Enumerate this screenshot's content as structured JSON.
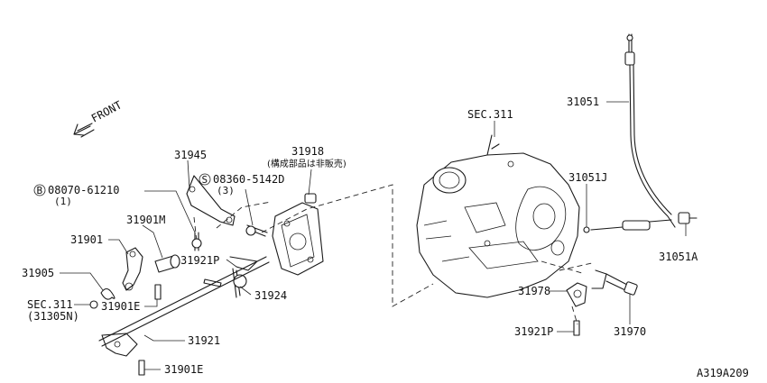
{
  "labels": {
    "front": "FRONT",
    "p31945": "31945",
    "p31918": "31918",
    "p31918_note": "(構成部品は非販売)",
    "bolt_b": "08070-61210",
    "bolt_b_qty": "(1)",
    "bolt_b_symbol": "B",
    "screw_s": "08360-5142D",
    "screw_s_qty": "(3)",
    "screw_s_symbol": "S",
    "p31901M": "31901M",
    "p31901": "31901",
    "p31921P_a": "31921P",
    "p31905": "31905",
    "p31924": "31924",
    "sec311_a": "SEC.311",
    "sec311_a_ref": "(31305N)",
    "p31901E_a": "31901E",
    "p31921": "31921",
    "p31901E_b": "31901E",
    "sec311_b": "SEC.311",
    "p31051": "31051",
    "p31051J": "31051J",
    "p31051A": "31051A",
    "p31978": "31978",
    "p31921P_b": "31921P",
    "p31970": "31970",
    "diagram_code": "A319A209"
  },
  "colors": {
    "ink": "#1a1a1a",
    "background": "#ffffff"
  }
}
